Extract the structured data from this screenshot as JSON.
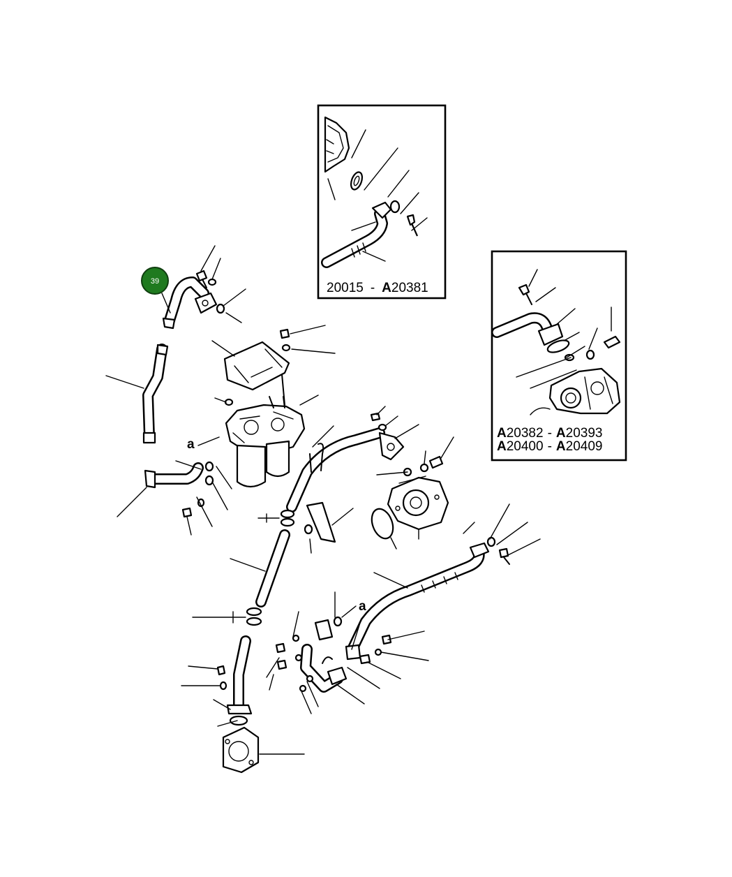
{
  "diagram": {
    "callout": {
      "label": "39",
      "fill": "#1f7a1f",
      "ring": "#0f3d0f"
    },
    "inset_top": {
      "range_from": "20015",
      "dash": "-",
      "prefix": "A",
      "range_to": "20381"
    },
    "inset_right": {
      "line1": {
        "from_prefix": "A",
        "from": "20382",
        "dash": "-",
        "to_prefix": "A",
        "to": "20393"
      },
      "line2": {
        "from_prefix": "A",
        "from": "20400",
        "dash": "-",
        "to_prefix": "A",
        "to": "20409"
      }
    },
    "connection_marks": [
      "a",
      "a"
    ]
  }
}
